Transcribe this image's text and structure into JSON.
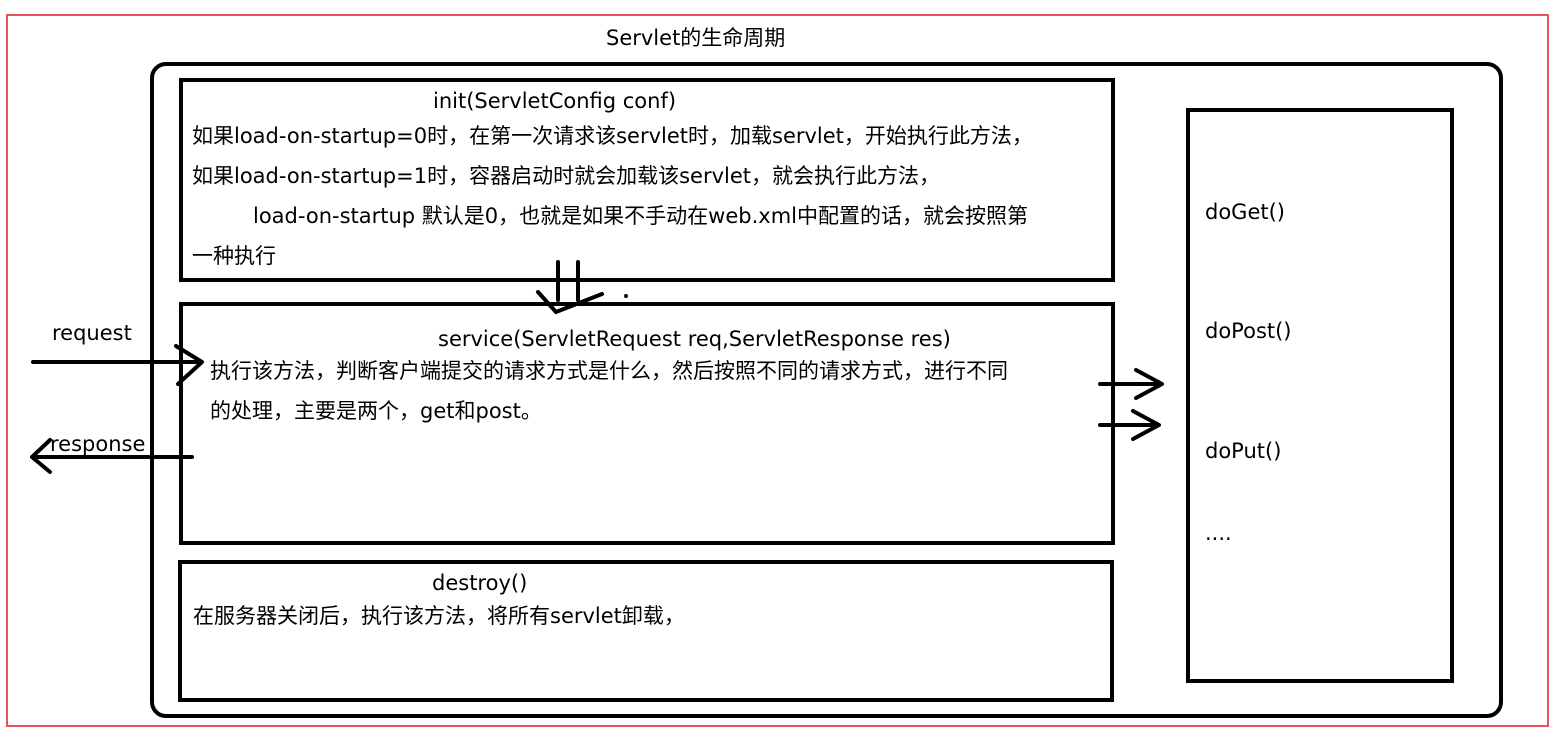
{
  "diagram": {
    "title": "Servlet的生命周期",
    "init": {
      "heading": "init(ServletConfig conf)",
      "lines": [
        "如果load-on-startup=0时，在第一次请求该servlet时，加载servlet，开始执行此方法，",
        "如果load-on-startup=1时，容器启动时就会加载该servlet，就会执行此方法，",
        "load-on-startup 默认是0，也就是如果不手动在web.xml中配置的话，就会按照第",
        "一种执行"
      ]
    },
    "service": {
      "heading": "service(ServletRequest req,ServletResponse res)",
      "lines": [
        "执行该方法，判断客户端提交的请求方式是什么，然后按照不同的请求方式，进行不同",
        "的处理，主要是两个，get和post。"
      ]
    },
    "destroy": {
      "heading": "destroy()",
      "lines": [
        "在服务器关闭后，执行该方法，将所有servlet卸载，"
      ]
    },
    "methods": [
      "doGet()",
      "doPost()",
      "doPut()",
      "...."
    ],
    "request_label": "request",
    "response_label": "response"
  },
  "colors": {
    "frame": "#e8545a",
    "stroke": "#000000",
    "background": "#ffffff"
  }
}
